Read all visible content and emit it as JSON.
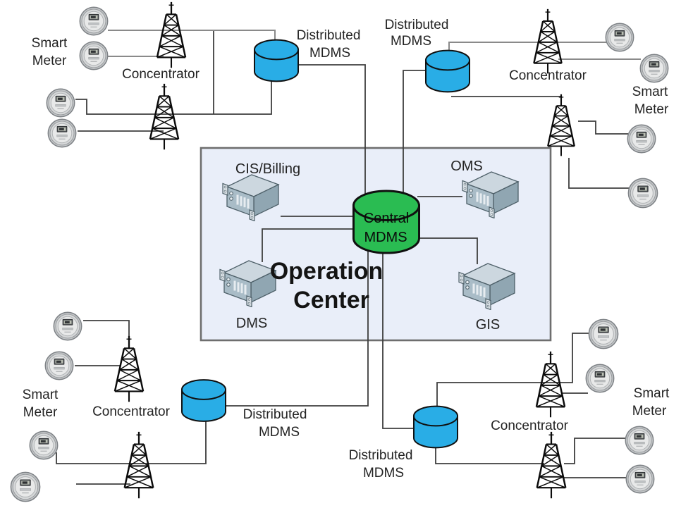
{
  "operation_center": {
    "title_line1": "Operation",
    "title_line2": "Center",
    "servers": {
      "cis_billing": "CIS/Billing",
      "oms": "OMS",
      "dms": "DMS",
      "gis": "GIS"
    },
    "central_mdms": {
      "line1": "Central",
      "line2": "MDMS"
    }
  },
  "clusters": {
    "top_left": {
      "smart_meter": {
        "line1": "Smart",
        "line2": "Meter"
      },
      "concentrator": "Concentrator",
      "distributed_mdms": {
        "line1": "Distributed",
        "line2": "MDMS"
      }
    },
    "top_right": {
      "smart_meter": {
        "line1": "Smart",
        "line2": "Meter"
      },
      "concentrator": "Concentrator",
      "distributed_mdms": {
        "line1": "Distributed",
        "line2": "MDMS"
      }
    },
    "bottom_left": {
      "smart_meter": {
        "line1": "Smart",
        "line2": "Meter"
      },
      "concentrator": "Concentrator",
      "distributed_mdms": {
        "line1": "Distributed",
        "line2": "MDMS"
      }
    },
    "bottom_right": {
      "smart_meter": {
        "line1": "Smart",
        "line2": "Meter"
      },
      "concentrator": "Concentrator",
      "distributed_mdms": {
        "line1": "Distributed",
        "line2": "MDMS"
      }
    }
  },
  "colors": {
    "distributed_mdms_fill": "#29ade6",
    "central_mdms_fill": "#2abc52",
    "operation_center_fill": "#e9eef9",
    "operation_center_border": "#6e6e6e",
    "connector_dark": "#3e3e3e",
    "connector_light": "#8a8a8a"
  }
}
